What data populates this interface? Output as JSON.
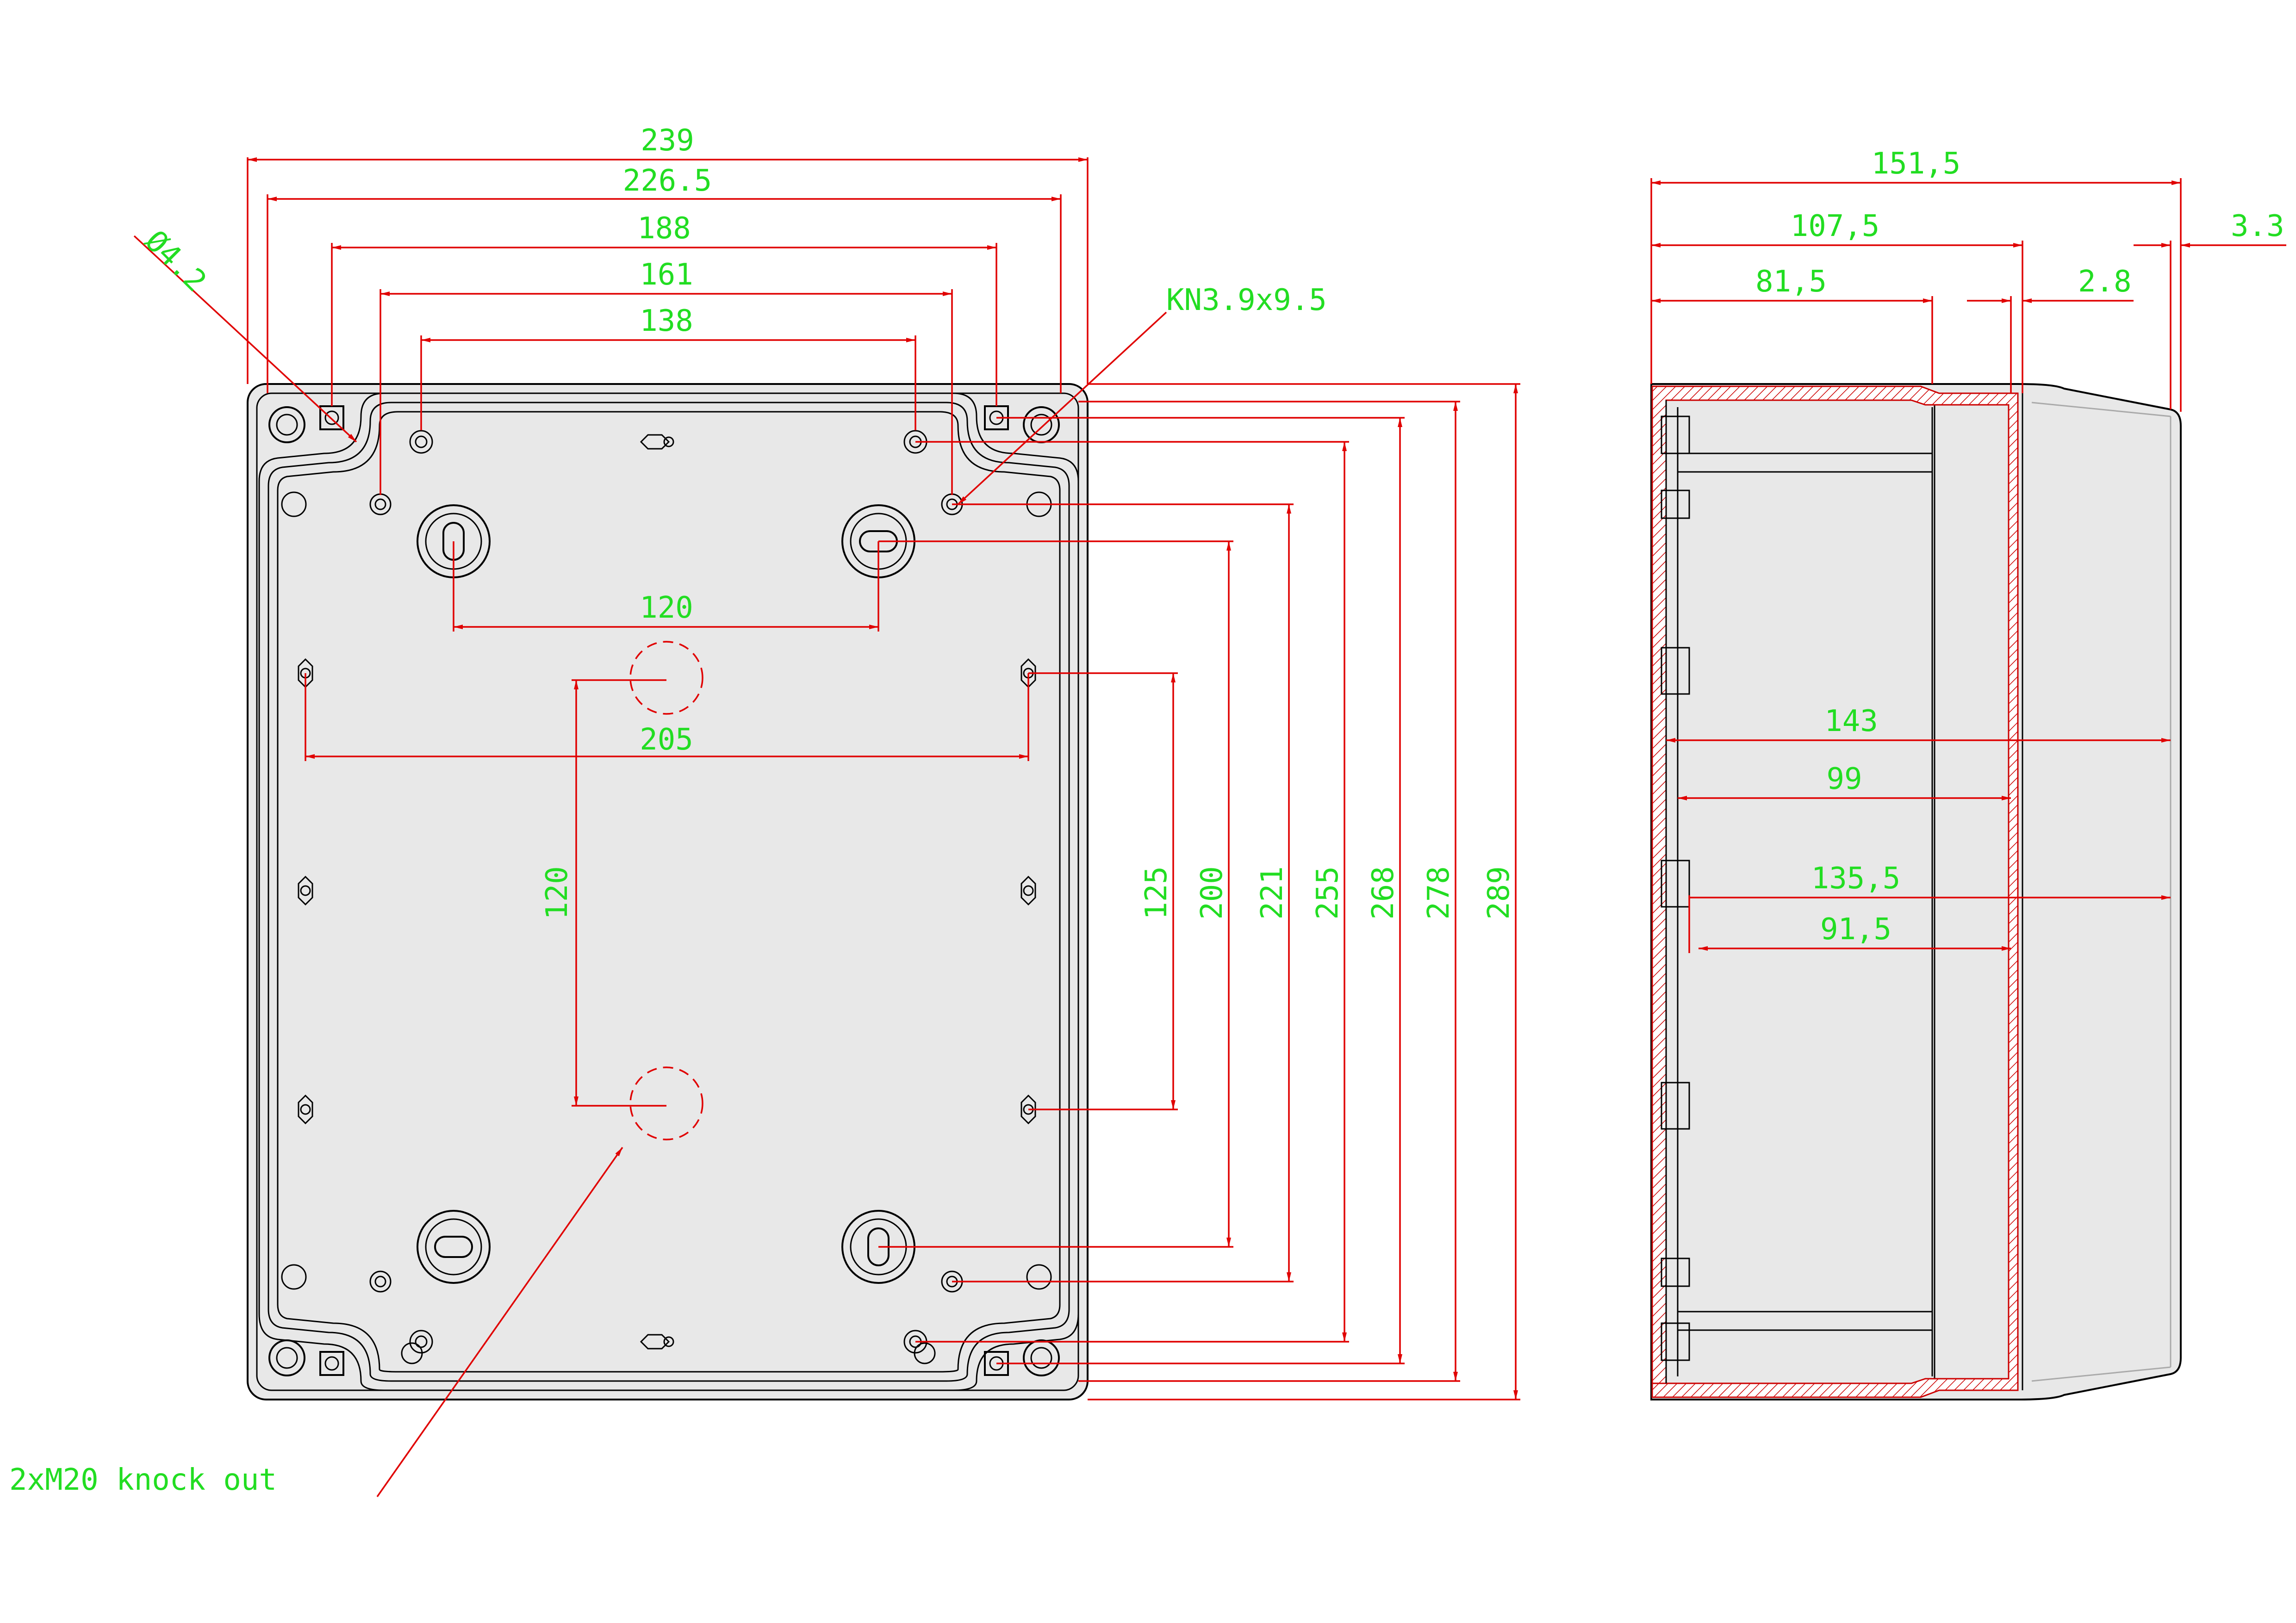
{
  "front_view": {
    "width_dims": {
      "d239": "239",
      "d226_5": "226.5",
      "d188": "188",
      "d161": "161",
      "d138": "138"
    },
    "hole_diameter": "Ø4.2",
    "screw_note": "KN3.9x9.5",
    "inner_dims": {
      "d120_h": "120",
      "d205": "205",
      "d120_v": "120"
    },
    "height_dims": {
      "d125": "125",
      "d200": "200",
      "d221": "221",
      "d255": "255",
      "d268": "268",
      "d278": "278",
      "d289": "289"
    },
    "knockout_note": "2xM20 knock out"
  },
  "side_view": {
    "top_dims": {
      "d151_5": "151,5",
      "d107_5": "107,5",
      "d81_5": "81,5",
      "d3_3": "3.3",
      "d2_8": "2.8"
    },
    "inner_dims": {
      "d143": "143",
      "d99": "99",
      "d135_5": "135,5",
      "d91_5": "91,5"
    }
  }
}
